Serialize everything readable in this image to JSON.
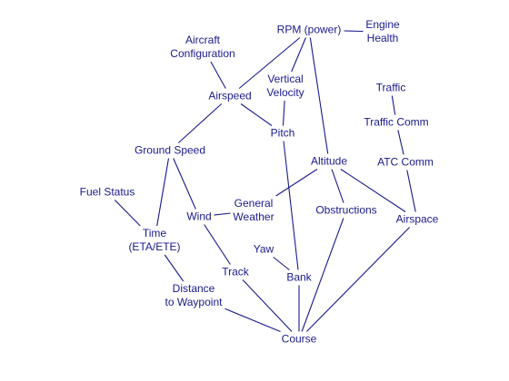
{
  "diagram": {
    "colors": {
      "text": "#1a1a8c",
      "line": "#1a1a8c",
      "background": "#ffffff"
    },
    "nodes": {
      "rpm": "RPM (power)",
      "engine_health": "Engine\nHealth",
      "aircraft_config": "Aircraft\nConfiguration",
      "vertical_velocity": "Vertical\nVelocity",
      "airspeed": "Airspeed",
      "pitch": "Pitch",
      "traffic": "Traffic",
      "traffic_comm": "Traffic Comm",
      "ground_speed": "Ground Speed",
      "altitude": "Altitude",
      "atc_comm": "ATC Comm",
      "fuel_status": "Fuel Status",
      "general_weather": "General\nWeather",
      "wind": "Wind",
      "obstructions": "Obstructions",
      "airspace": "Airspace",
      "time": "Time\n(ETA/ETE)",
      "yaw": "Yaw",
      "track": "Track",
      "bank": "Bank",
      "distance": "Distance\nto Waypoint",
      "course": "Course"
    },
    "edges": [
      [
        "rpm",
        "engine_health"
      ],
      [
        "rpm",
        "airspeed"
      ],
      [
        "rpm",
        "vertical_velocity"
      ],
      [
        "rpm",
        "altitude"
      ],
      [
        "aircraft_config",
        "airspeed"
      ],
      [
        "airspeed",
        "pitch"
      ],
      [
        "airspeed",
        "ground_speed"
      ],
      [
        "vertical_velocity",
        "pitch"
      ],
      [
        "pitch",
        "bank"
      ],
      [
        "traffic",
        "traffic_comm"
      ],
      [
        "traffic_comm",
        "atc_comm"
      ],
      [
        "atc_comm",
        "airspace"
      ],
      [
        "altitude",
        "airspace"
      ],
      [
        "altitude",
        "obstructions"
      ],
      [
        "altitude",
        "general_weather"
      ],
      [
        "ground_speed",
        "time"
      ],
      [
        "ground_speed",
        "wind"
      ],
      [
        "fuel_status",
        "time"
      ],
      [
        "time",
        "distance"
      ],
      [
        "wind",
        "general_weather"
      ],
      [
        "wind",
        "track"
      ],
      [
        "yaw",
        "bank"
      ],
      [
        "track",
        "course"
      ],
      [
        "bank",
        "course"
      ],
      [
        "distance",
        "course"
      ],
      [
        "obstructions",
        "course"
      ],
      [
        "airspace",
        "course"
      ]
    ]
  }
}
